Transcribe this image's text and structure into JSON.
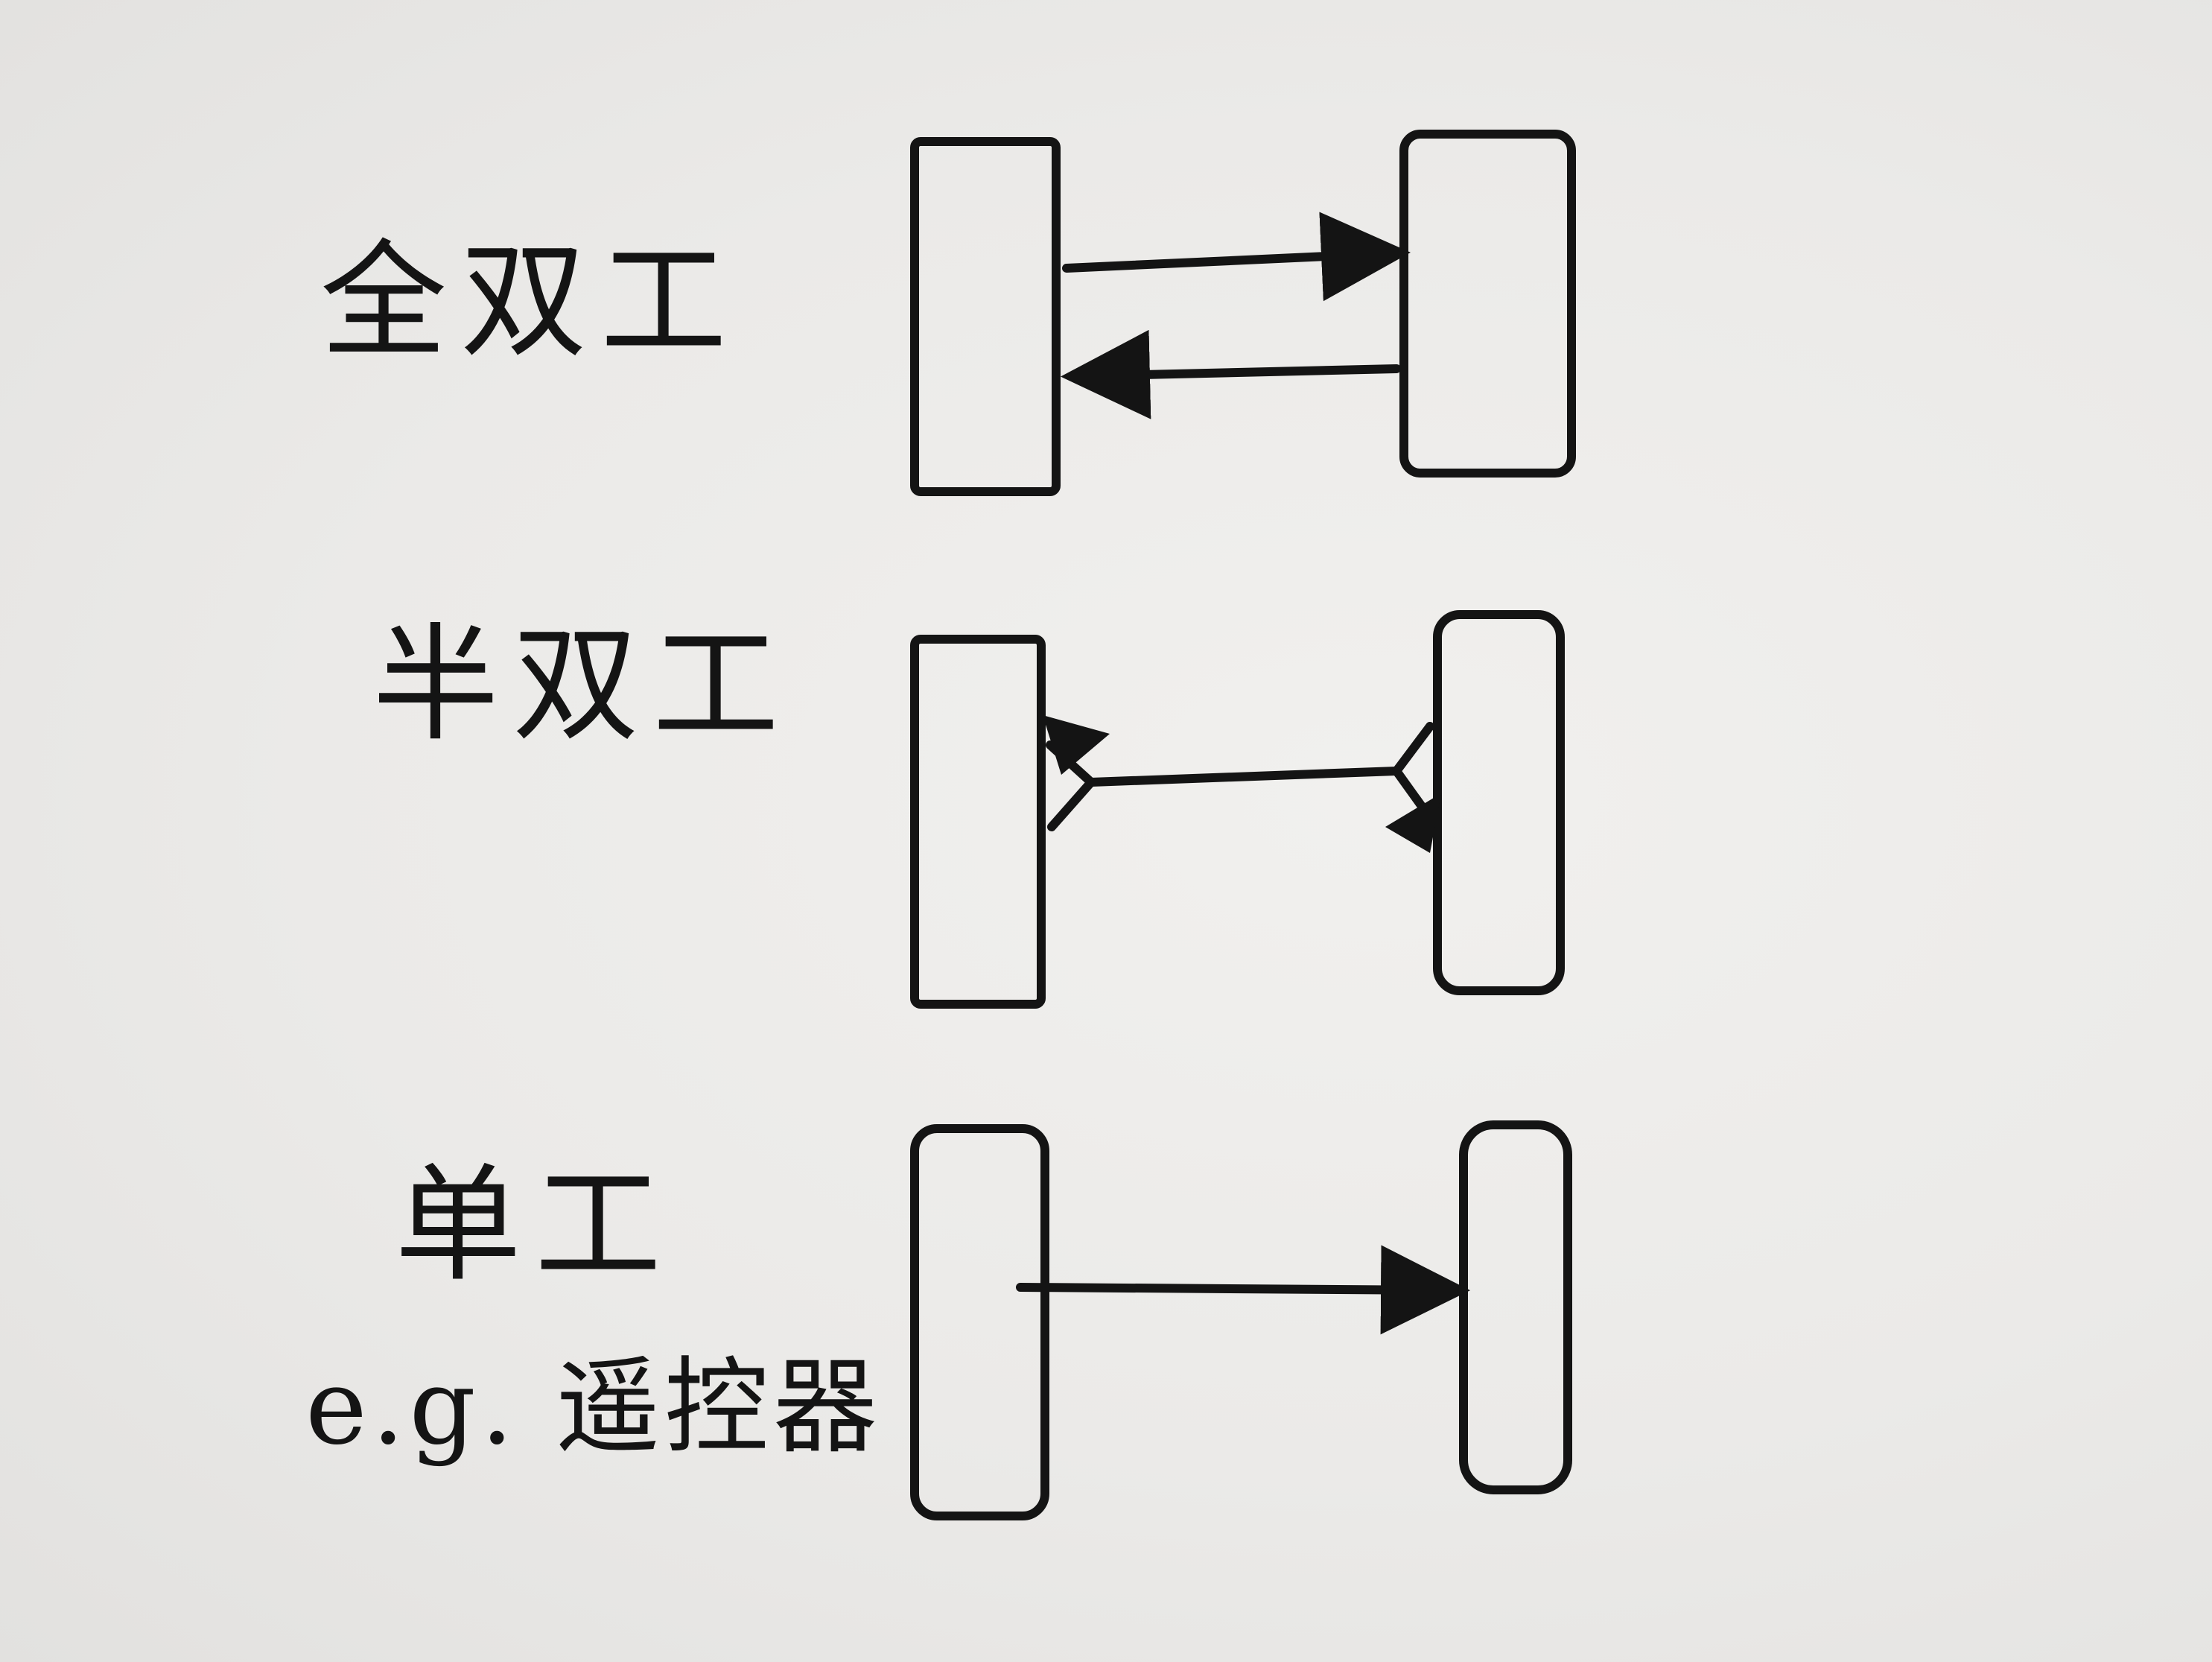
{
  "diagram": {
    "rows": [
      {
        "id": "full-duplex",
        "label": "全双工",
        "arrows": [
          "left-to-right",
          "right-to-left"
        ]
      },
      {
        "id": "half-duplex",
        "label": "半双工",
        "arrows": [
          "bidirectional-shared-line"
        ]
      },
      {
        "id": "simplex",
        "label": "单工",
        "note": "e.g. 遥控器",
        "arrows": [
          "left-to-right"
        ]
      }
    ]
  },
  "colors": {
    "ink": "#141414",
    "paper": "#ebeae8"
  }
}
